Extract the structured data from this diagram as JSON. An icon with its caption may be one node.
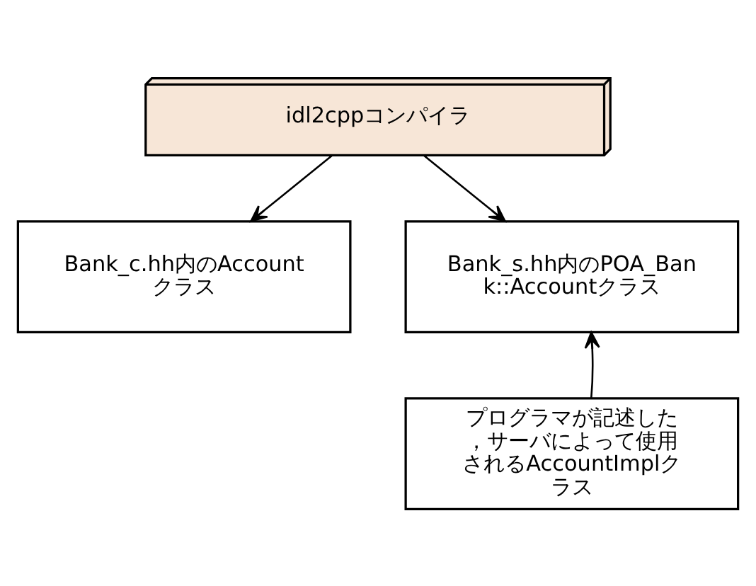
{
  "diagram": {
    "nodes": [
      {
        "text": [
          "idl2cppコンパイラ"
        ]
      },
      {
        "text": [
          "Bank_c.hh内のAccountクラス"
        ]
      },
      {
        "text": [
          "Bank_s.hh内のPOA_Bank::Accountクラス"
        ]
      },
      {
        "text": [
          "プログラマが記述した，サーバによって使用されるAccountImplクラス"
        ]
      }
    ],
    "edges": [
      {
        "from": 0,
        "to": 1,
        "arrow": "to"
      },
      {
        "from": 0,
        "to": 2,
        "arrow": "to"
      },
      {
        "from": 3,
        "to": 2,
        "arrow": "to"
      }
    ]
  }
}
